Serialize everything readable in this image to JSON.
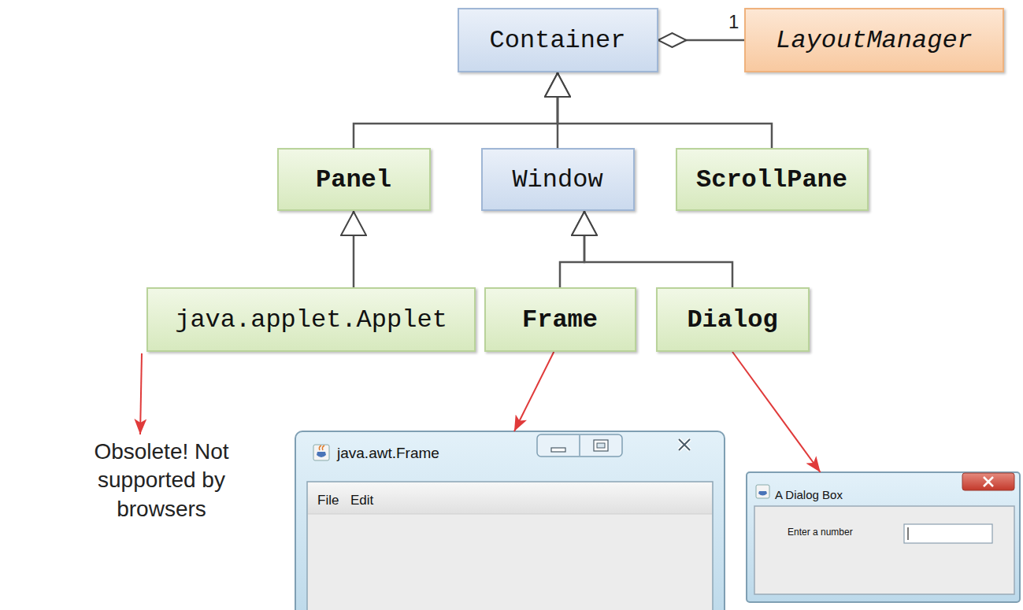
{
  "diagram": {
    "nodes": [
      {
        "text": [
          "Container"
        ]
      },
      {
        "text": [
          "LayoutManager"
        ]
      },
      {
        "text": [
          "Panel"
        ]
      },
      {
        "text": [
          "Window"
        ]
      },
      {
        "text": [
          "ScrollPane"
        ]
      },
      {
        "text": [
          "java.applet.Applet"
        ]
      },
      {
        "text": [
          "Frame"
        ]
      },
      {
        "text": [
          "Dialog"
        ]
      },
      {
        "text": [
          "java.awt.Frame",
          "File",
          "Edit"
        ]
      },
      {
        "text": [
          "A Dialog Box",
          "Enter a number"
        ]
      }
    ],
    "edges": [
      {
        "from": 1,
        "to": 0,
        "arrow": "to",
        "label": "1"
      },
      {
        "from": 2,
        "to": 0,
        "arrow": "to"
      },
      {
        "from": 3,
        "to": 0,
        "arrow": "to"
      },
      {
        "from": 4,
        "to": 0,
        "arrow": "to"
      },
      {
        "from": 5,
        "to": 2,
        "arrow": "to"
      },
      {
        "from": 6,
        "to": 3,
        "arrow": "to"
      },
      {
        "from": 7,
        "to": 3,
        "arrow": "to"
      },
      {
        "from": 6,
        "to": 8,
        "arrow": "to"
      },
      {
        "from": 7,
        "to": 9,
        "arrow": "to"
      }
    ],
    "labels": [
      "Obsolete! Not supported by browsers"
    ]
  }
}
